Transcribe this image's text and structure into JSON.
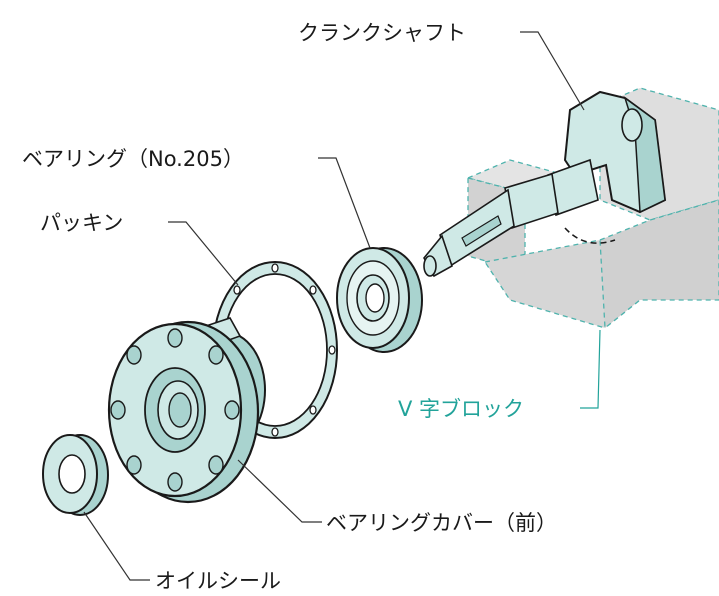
{
  "labels": {
    "crankshaft": "クランクシャフト",
    "bearing": "ベアリング（No.205）",
    "packing": "パッキン",
    "v_block": "V 字ブロック",
    "bearing_cover": "ベアリングカバー（前）",
    "oil_seal": "オイルシール"
  },
  "colors": {
    "part_fill": "#cfe9e6",
    "part_fill_dark": "#a9d3cf",
    "outline": "#1a1a1a",
    "block_fill": "#d6d6d6",
    "block_dash": "#4fb3ad",
    "accent_text": "#22a39a",
    "leader": "#333333"
  }
}
